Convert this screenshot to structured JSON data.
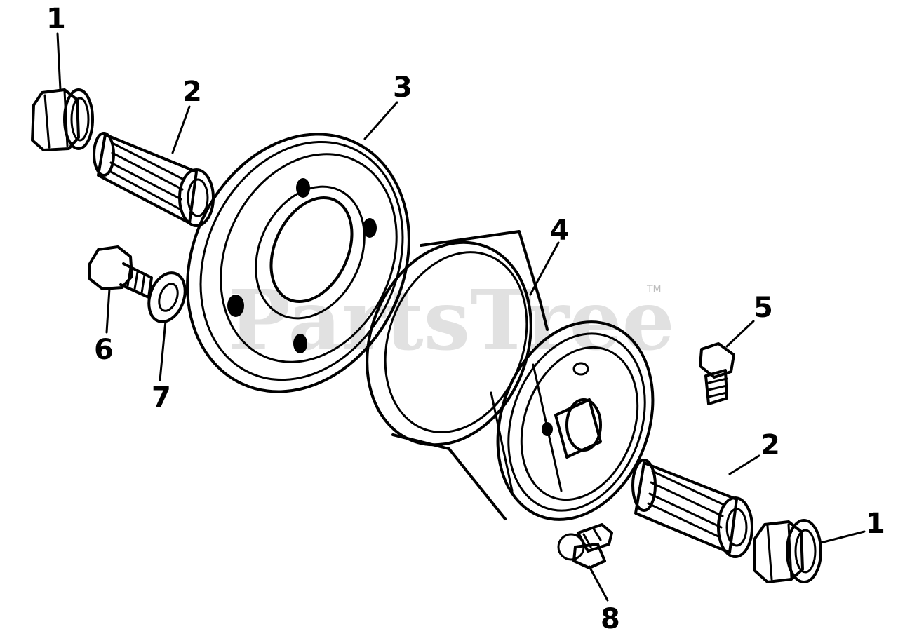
{
  "diagram": {
    "watermark": "PartsTree",
    "trademark": "TM",
    "callouts": [
      {
        "id": "callout-1-top",
        "label": "1"
      },
      {
        "id": "callout-2-top",
        "label": "2"
      },
      {
        "id": "callout-3",
        "label": "3"
      },
      {
        "id": "callout-4",
        "label": "4"
      },
      {
        "id": "callout-5",
        "label": "5"
      },
      {
        "id": "callout-6",
        "label": "6"
      },
      {
        "id": "callout-7",
        "label": "7"
      },
      {
        "id": "callout-2-bottom",
        "label": "2"
      },
      {
        "id": "callout-1-bottom",
        "label": "1"
      },
      {
        "id": "callout-8",
        "label": "8"
      }
    ]
  }
}
